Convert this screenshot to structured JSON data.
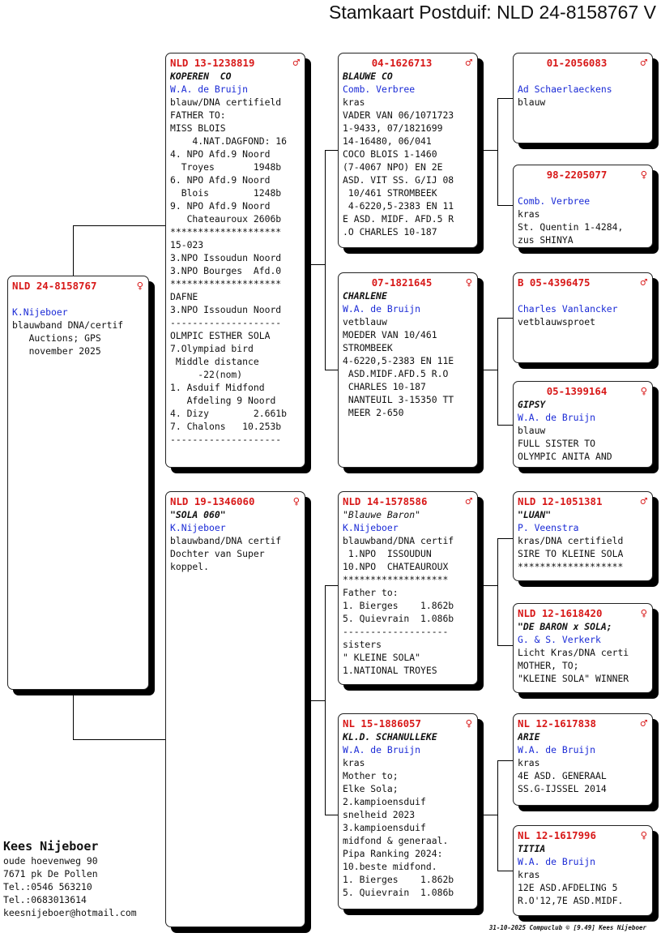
{
  "title": "Stamkaart Postduif: NLD 24-8158767 V",
  "colors": {
    "ring": "#d81818",
    "owner": "#1a2ad6",
    "text": "#111111"
  },
  "cards": {
    "subject": {
      "ring": "NLD 24-8158767",
      "sex": "♀",
      "name": "",
      "owner": "K.Nijeboer",
      "lines": [
        "blauwband DNA/certif",
        "   Auctions; GPS",
        "   november 2025"
      ]
    },
    "father": {
      "ring": "NLD 13-1238819",
      "sex": "♂",
      "name": "KOPEREN  CO",
      "owner": "W.A. de Bruijn",
      "lines": [
        "blauw/DNA certifield",
        "FATHER TO:",
        "MISS BLOIS",
        "    4.NAT.DAGFOND: 16",
        "4. NPO Afd.9 Noord",
        "  Troyes       1948b",
        "6. NPO Afd.9 Noord",
        "  Blois        1248b",
        "9. NPO Afd.9 Noord",
        "   Chateauroux 2606b",
        "********************",
        "15-023",
        "3.NPO Issoudun Noord",
        "3.NPO Bourges  Afd.0",
        "********************",
        "DAFNE",
        "3.NPO Issoudun Noord",
        "--------------------",
        "OLMPIC ESTHER SOLA",
        "7.Olympiad bird",
        " Middle distance",
        "     -22(nom)",
        "1. Asduif Midfond",
        "   Afdeling 9 Noord",
        "4. Dizy        2.661b",
        "7. Chalons   10.253b",
        "--------------------"
      ]
    },
    "mother": {
      "ring": "NLD 19-1346060",
      "sex": "♀",
      "name": "\"SOLA 060\"",
      "owner": "K.Nijeboer",
      "lines": [
        "blauwband/DNA certif",
        "Dochter van Super",
        "koppel."
      ]
    },
    "ff": {
      "ring": "04-1626713",
      "sex": "♂",
      "name": "BLAUWE CO",
      "owner": "Comb. Verbree",
      "lines": [
        "kras",
        "VADER VAN 06/1071723",
        "1-9433, 07/1821699",
        "14-16480, 06/041",
        "COCO BLOIS 1-1460",
        "(7-4067 NPO) EN 2E",
        "ASD. VIT SS. G/IJ 08",
        " 10/461 STROMBEEK",
        " 4-6220,5-2383 EN 11",
        "E ASD. MIDF. AFD.5 R",
        ".O CHARLES 10-187"
      ]
    },
    "fm": {
      "ring": "07-1821645",
      "sex": "♀",
      "name": "CHARLENE",
      "owner": "W.A. de Bruijn",
      "lines": [
        "vetblauw",
        "MOEDER VAN 10/461",
        "STROMBEEK",
        "4-6220,5-2383 EN 11E",
        " ASD.MIDF.AFD.5 R.O",
        " CHARLES 10-187",
        " NANTEUIL 3-15350 TT",
        " MEER 2-650"
      ]
    },
    "mf": {
      "ring": "NLD 14-1578586",
      "sex": "♂",
      "name": "\"Blauwe Baron\"",
      "owner": "K.Nijeboer",
      "lines": [
        "blauwband/DNA certif",
        " 1.NPO  ISSOUDUN",
        "10.NPO  CHATEAUROUX",
        "*******************",
        "Father to:",
        "1. Bierges    1.862b",
        "5. Quievrain  1.086b",
        "-------------------",
        "sisters",
        "\" KLEINE SOLA\"",
        "1.NATIONAL TROYES"
      ]
    },
    "mm": {
      "ring": "NL  15-1886057",
      "sex": "♀",
      "name": "KL.D. SCHANULLEKE",
      "owner": "W.A. de Bruijn",
      "lines": [
        "kras",
        "Mother to;",
        "Elke Sola;",
        "2.kampioensduif",
        "snelheid 2023",
        "3.kampioensduif",
        "midfond & generaal.",
        "Pipa Ranking 2024:",
        "10.beste midfond.",
        "1. Bierges    1.862b",
        "5. Quievrain  1.086b"
      ]
    },
    "fff": {
      "ring": "01-2056083",
      "sex": "♂",
      "name": "",
      "owner": "Ad Schaerlaeckens",
      "lines": [
        "blauw"
      ]
    },
    "ffm": {
      "ring": "98-2205077",
      "sex": "♀",
      "name": "",
      "owner": "Comb. Verbree",
      "lines": [
        "kras",
        "St. Quentin 1-4284,",
        "zus SHINYA"
      ]
    },
    "fmf": {
      "ring": "B   05-4396475",
      "sex": "♂",
      "name": "",
      "owner": "Charles Vanlancker",
      "lines": [
        "vetblauwsproet"
      ]
    },
    "fmm": {
      "ring": "05-1399164",
      "sex": "♀",
      "name": "GIPSY",
      "owner": "W.A. de Bruijn",
      "lines": [
        "blauw",
        "FULL SISTER TO",
        "OLYMPIC ANITA AND"
      ]
    },
    "mff": {
      "ring": "NLD 12-1051381",
      "sex": "♂",
      "name": "\"LUAN\"",
      "owner": "P. Veenstra",
      "lines": [
        "kras/DNA certifield",
        "SIRE TO KLEINE SOLA",
        "*******************"
      ]
    },
    "mfm": {
      "ring": "NLD 12-1618420",
      "sex": "♀",
      "name": "\"DE BARON x SOLA;",
      "owner": "G. & S. Verkerk",
      "lines": [
        "Licht Kras/DNA certi",
        "MOTHER, TO;",
        "\"KLEINE SOLA\" WINNER"
      ]
    },
    "mmf": {
      "ring": "NL  12-1617838",
      "sex": "♂",
      "name": "ARIE",
      "owner": "W.A. de Bruijn",
      "lines": [
        "kras",
        "4E ASD. GENERAAL",
        "SS.G-IJSSEL 2014"
      ]
    },
    "mmm": {
      "ring": "NL  12-1617996",
      "sex": "♀",
      "name": "TITIA",
      "owner": "W.A. de Bruijn",
      "lines": [
        "kras",
        "12E ASD.AFDELING 5",
        "R.O'12,7E ASD.MIDF."
      ]
    }
  },
  "breeder": {
    "name": "Kees Nijeboer",
    "address": "oude hoevenweg 90",
    "city": "7671 pk  De Pollen",
    "phone": "Tel.:0546 563210",
    "mobile": "Tel.:0683013614",
    "email": "keesnijeboer@hotmail.com"
  },
  "footer": "31-10-2025   Compuclub © [9.49]  Kees Nijeboer"
}
